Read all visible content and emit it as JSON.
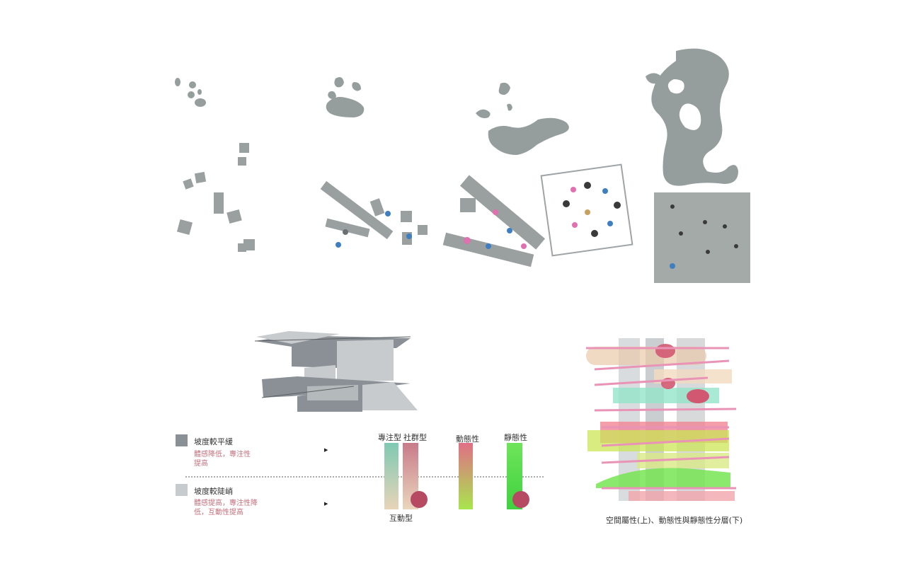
{
  "legend": {
    "items": [
      {
        "title": "坡度較平緩",
        "desc_line1": "體感降低，專注性",
        "desc_line2": "提高",
        "color": "#8a9096"
      },
      {
        "title": "坡度較陡峭",
        "desc_line1": "體感提高，專注性降",
        "desc_line2": "低，互動性提高",
        "color": "#c7cbce"
      }
    ]
  },
  "gradient_bars": {
    "focus_label": "專注型",
    "social_label": "社群型",
    "interactive_label": "互動型",
    "dynamic_label": "動態性",
    "static_label": "靜態性",
    "colors": {
      "focus_top": "#7fc9b3",
      "focus_bottom": "#e8d4b8",
      "social_top": "#c87b8a",
      "social_bottom": "#ead6bd",
      "dynamic_top": "#e06f86",
      "dynamic_bottom": "#a8e64d",
      "static_top": "#6fe45a",
      "static_bottom": "#3fd23f",
      "marker": "#b54a62"
    }
  },
  "caption": "空間屬性(上)、動態性與靜態性分層(下)",
  "colors": {
    "blob_gray": "#959d9c",
    "slope_dark": "#8a9096",
    "slope_light": "#c7cbce",
    "pink": "#e88fb4"
  }
}
